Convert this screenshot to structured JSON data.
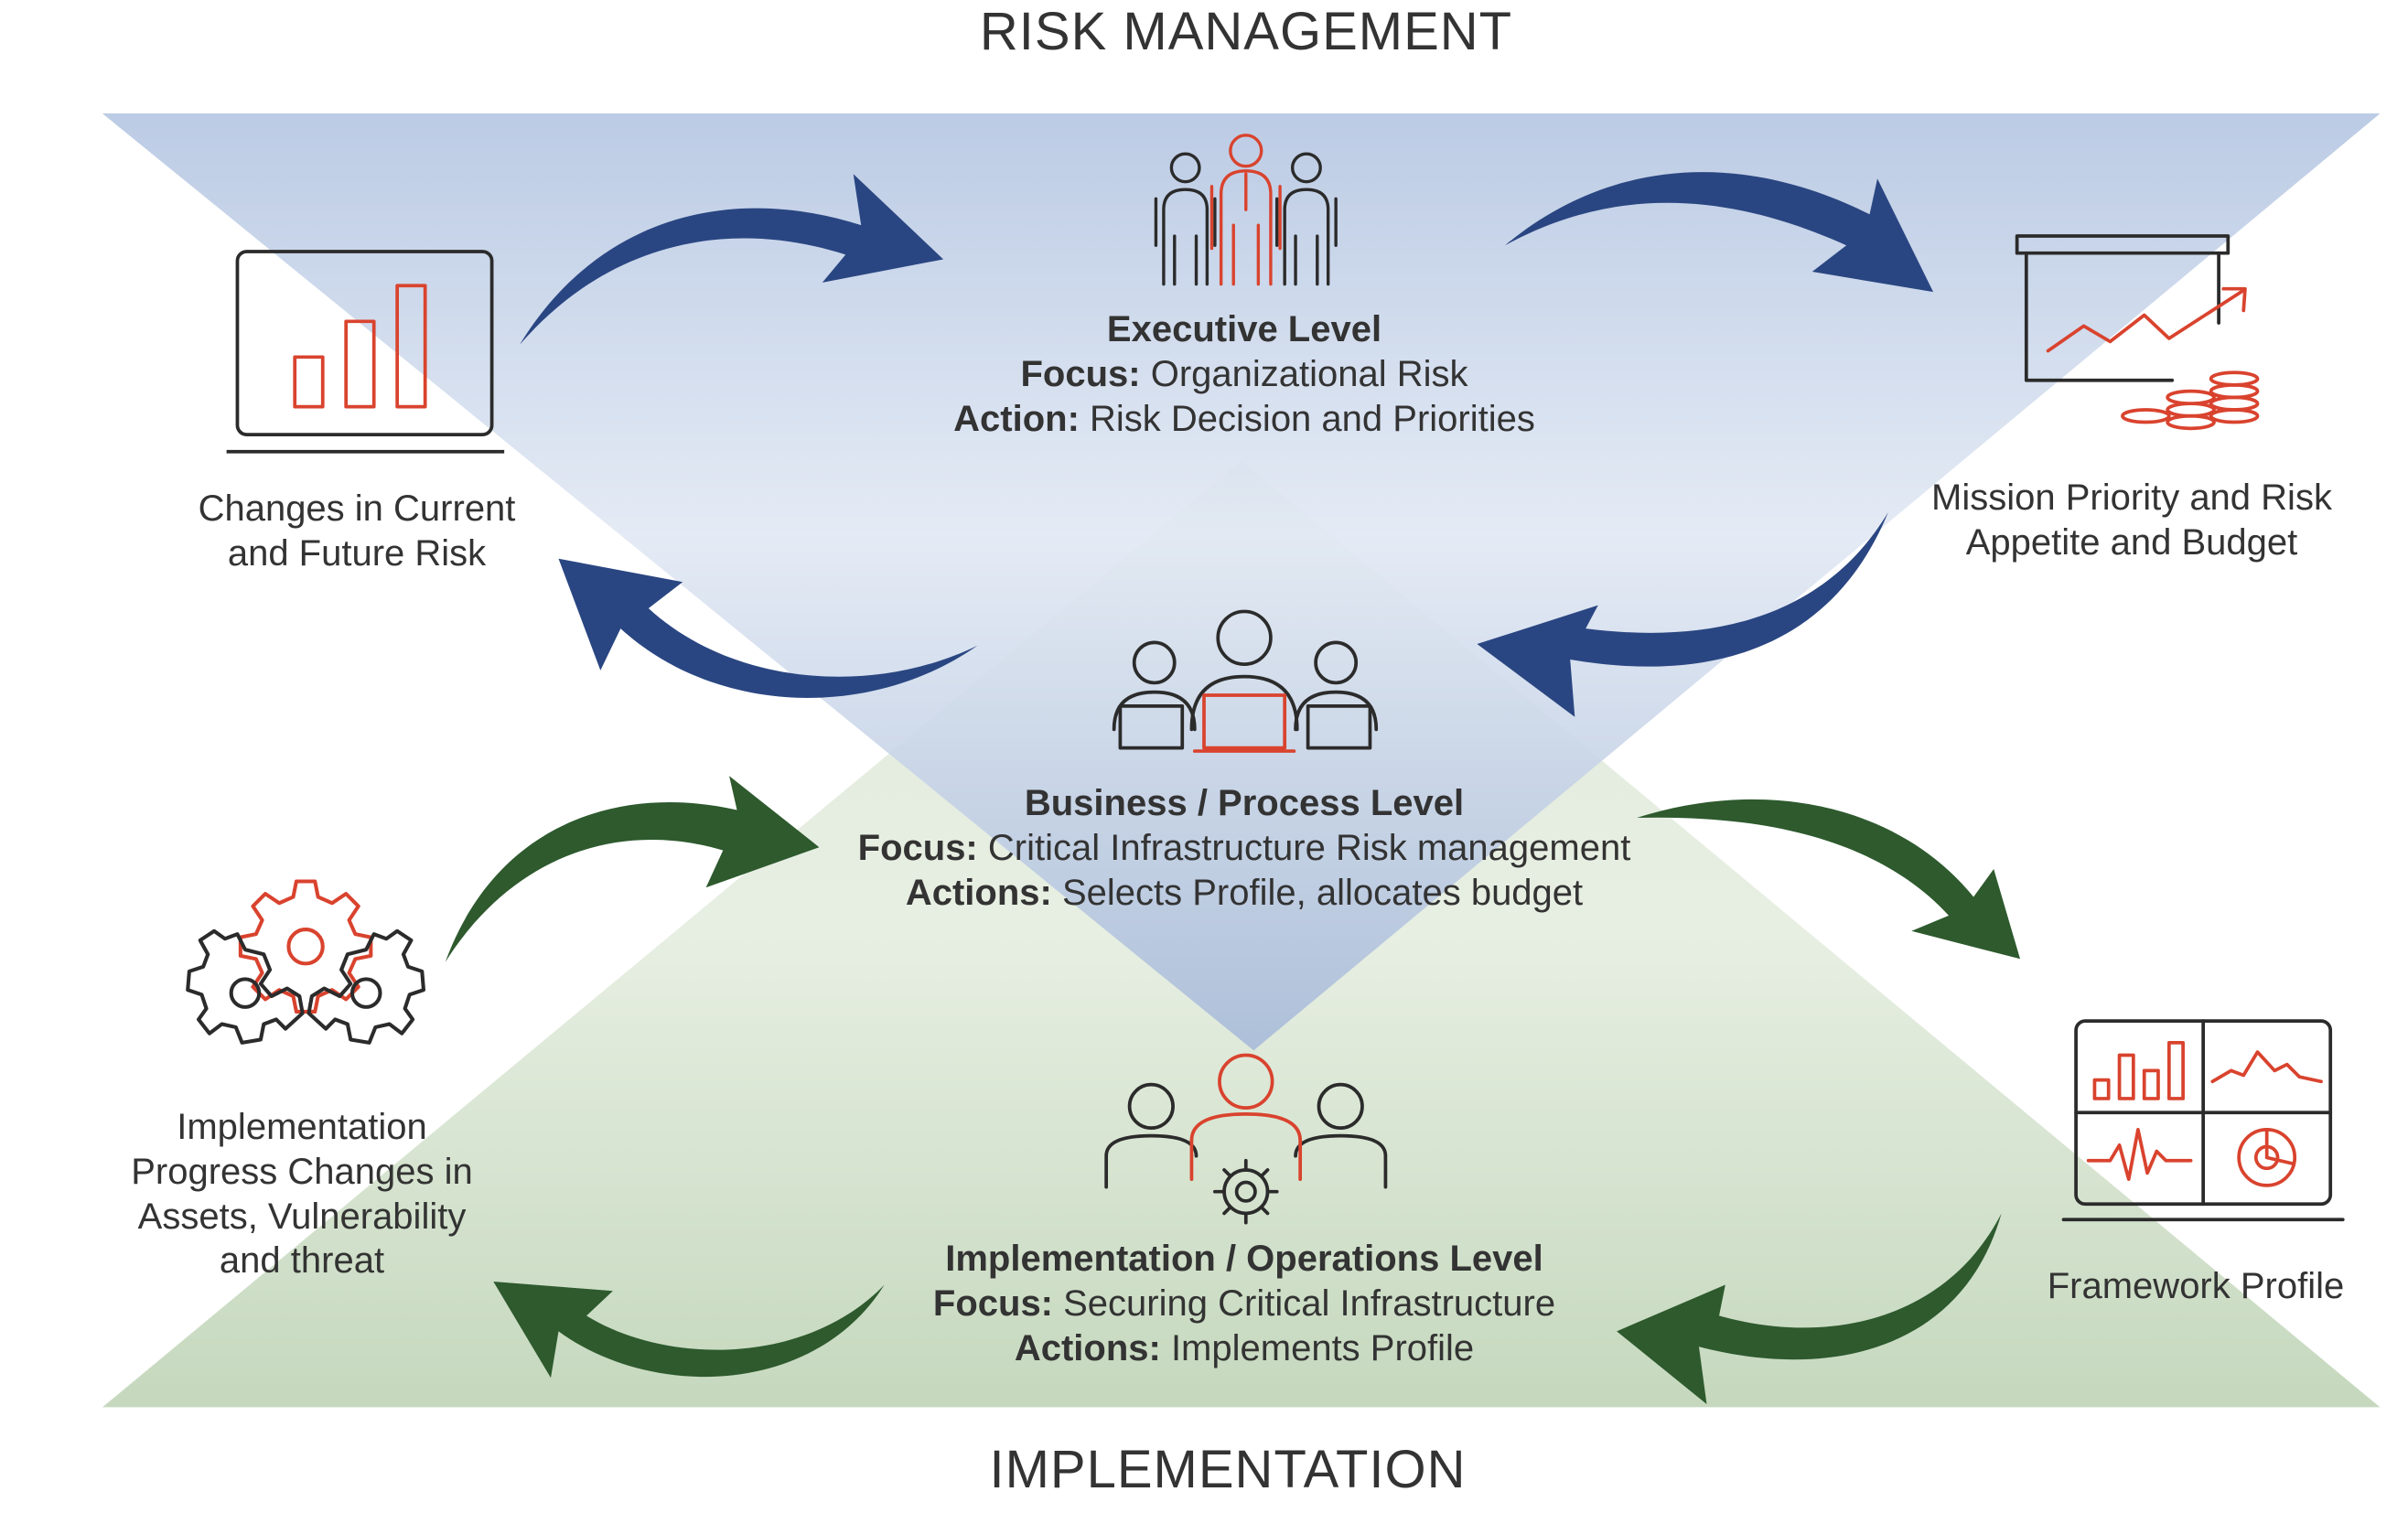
{
  "titles": {
    "top": "RISK MANAGEMENT",
    "bottom": "IMPLEMENTATION"
  },
  "levels": {
    "executive": {
      "heading": "Executive Level",
      "focus_label": "Focus:",
      "focus_text": " Organizational Risk",
      "action_label": "Action:",
      "action_text": " Risk Decision and Priorities"
    },
    "business": {
      "heading": "Business / Process Level",
      "focus_label": "Focus:",
      "focus_text": " Critical Infrastructure Risk management",
      "action_label": "Actions:",
      "action_text": " Selects Profile, allocates budget"
    },
    "implementation": {
      "heading": "Implementation / Operations Level",
      "focus_label": "Focus:",
      "focus_text": " Securing Critical Infrastructure",
      "action_label": "Actions:",
      "action_text": " Implements Profile"
    }
  },
  "side_labels": {
    "changes_risk": [
      "Changes in Current",
      "and Future Risk"
    ],
    "mission_priority": [
      "Mission Priority and Risk",
      "Appetite and Budget"
    ],
    "implementation_progress": [
      "Implementation",
      "Progress Changes in",
      "Assets, Vulnerability",
      "and threat"
    ],
    "framework_profile": [
      "Framework Profile"
    ]
  },
  "icons": {
    "executive": "executive-team-icon",
    "business": "team-laptops-icon",
    "implementation": "team-gear-icon",
    "changes_risk": "laptop-bar-chart-icon",
    "mission_priority": "presentation-board-coins-icon",
    "implementation_progress": "gears-icon",
    "framework_profile": "dashboard-monitor-icon"
  },
  "colors": {
    "blue_arrow": "#2a4682",
    "green_arrow": "#2e5a2e",
    "icon_red": "#d9432e",
    "icon_dark": "#2b2b2b",
    "blue_triangle": "#b9c9e4",
    "green_triangle": "#c9dac2"
  }
}
